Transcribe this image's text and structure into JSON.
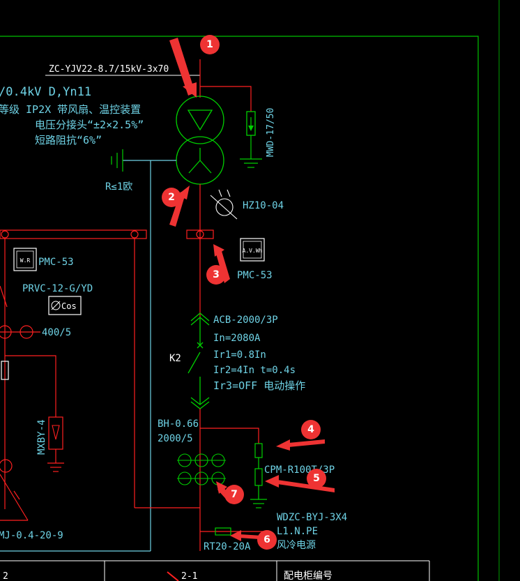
{
  "colors": {
    "background": "#000000",
    "frame": "#00c000",
    "wire_red": "#ff2020",
    "label_cyan": "#6fd3e6",
    "label_white": "#ffffff",
    "callout_red": "#ee3333"
  },
  "labels": {
    "cable_spec": "ZC-YJV22-8.7/15kV-3x70",
    "voltage": "/0.4kV D,Yn11",
    "transformer_note_1": "等级 IP2X 带风扇、温控装置",
    "transformer_note_2": "电压分接头“±2×2.5%”",
    "transformer_note_3": "短路阻抗“6%”",
    "arrester": "MWD-17/50",
    "ground_res": "R≤1欧",
    "temp_controller": "HZ10-04",
    "meter_box": "A.V.Wh",
    "meter_right": "PMC-53",
    "meter_left_box": "W.R",
    "meter_left": "PMC-53",
    "capacitor_ctrl": "PRVC-12-G/YD",
    "cos_box": "Cos",
    "ct_left": "400/5",
    "surge_left": "MXBY-4",
    "cap_left_bottom": "MJ-0.4-20-9",
    "breaker": "ACB-2000/3P",
    "breaker_in": "In=2080A",
    "breaker_ir1": "Ir1=0.8In",
    "breaker_ir2": "Ir2=4In t=0.4s",
    "breaker_ir3": "Ir3=OFF 电动操作",
    "k2": "K2",
    "ct_main_1": "BH-0.66",
    "ct_main_2": "2000/5",
    "spd": "CPM-R100T/3P",
    "cable_fan_1": "WDZC-BYJ-3X4",
    "cable_fan_2": "L1.N.PE",
    "cable_fan_3": "风冷电源",
    "fuse": "RT20-20A",
    "table_col_1": "2",
    "table_col_2": "2-1",
    "table_col_3": "配电柜编号"
  },
  "callouts": [
    "1",
    "2",
    "3",
    "4",
    "5",
    "6",
    "7"
  ]
}
